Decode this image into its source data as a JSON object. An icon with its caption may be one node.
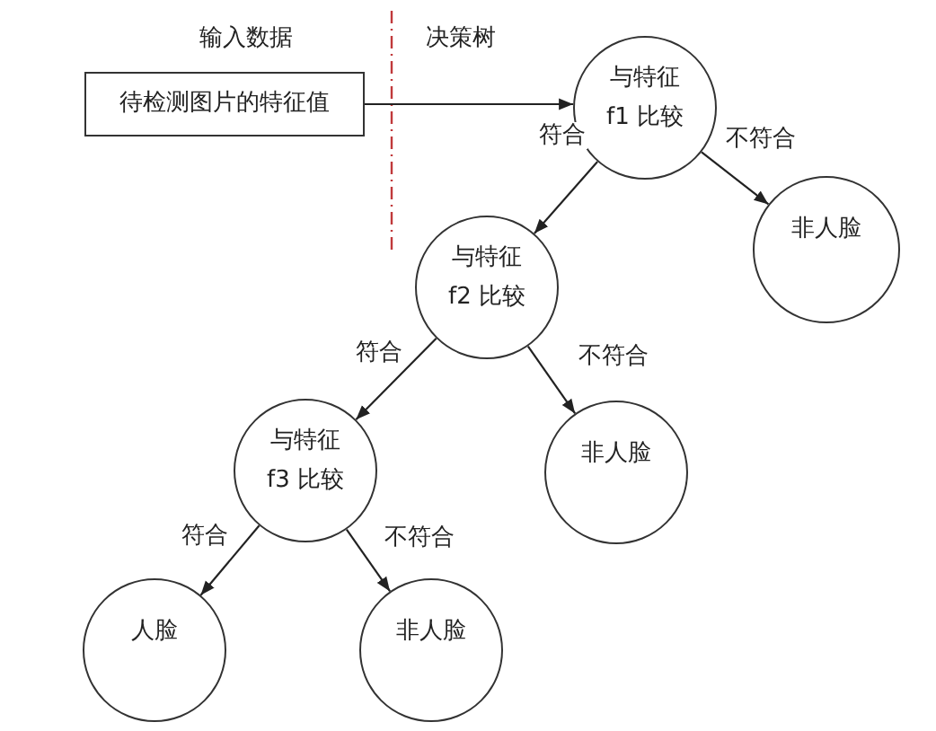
{
  "diagram": {
    "nodes": [
      {
        "text": [
          "待检测图片的特征值"
        ]
      },
      {
        "text": [
          "与特征 f1 比较"
        ]
      },
      {
        "text": [
          "非人脸"
        ]
      },
      {
        "text": [
          "与特征 f2 比较"
        ]
      },
      {
        "text": [
          "与特征 f3 比较"
        ]
      },
      {
        "text": [
          "非人脸"
        ]
      },
      {
        "text": [
          "人脸"
        ]
      },
      {
        "text": [
          "非人脸"
        ]
      }
    ],
    "edges": [
      {
        "from": 0,
        "to": 1,
        "arrow": "to"
      },
      {
        "from": 1,
        "to": 3,
        "arrow": "to",
        "label": "符合"
      },
      {
        "from": 1,
        "to": 2,
        "arrow": "to",
        "label": "不符合"
      },
      {
        "from": 3,
        "to": 4,
        "arrow": "to",
        "label": "符合"
      },
      {
        "from": 3,
        "to": 5,
        "arrow": "to",
        "label": "不符合"
      },
      {
        "from": 4,
        "to": 6,
        "arrow": "to",
        "label": "符合"
      },
      {
        "from": 4,
        "to": 7,
        "arrow": "to",
        "label": "不符合"
      }
    ],
    "labels": [
      "输入数据",
      "决策树"
    ]
  }
}
